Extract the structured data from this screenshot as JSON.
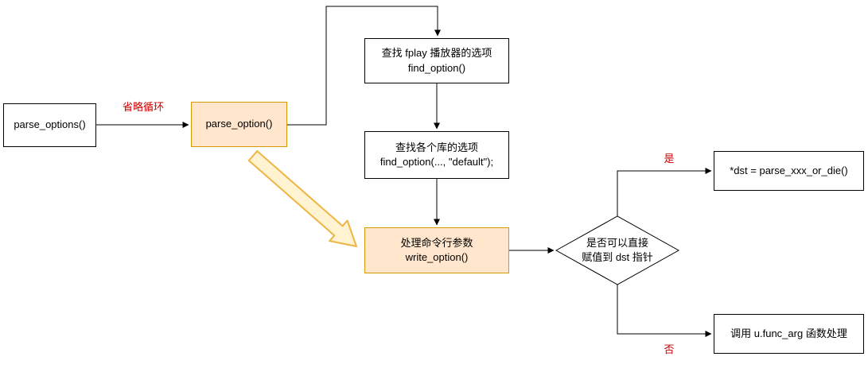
{
  "diagram": {
    "nodes": {
      "parse_options": {
        "label": "parse_options()"
      },
      "parse_option": {
        "label": "parse_option()"
      },
      "find_option_fplay": {
        "line1": "查找 fplay 播放器的选项",
        "line2": "find_option()"
      },
      "find_option_default": {
        "line1": "查找各个库的选项",
        "line2": "find_option(..., \"default\");"
      },
      "write_option": {
        "line1": "处理命令行参数",
        "line2": "write_option()"
      },
      "decision_dst_pointer": {
        "line1": "是否可以直接",
        "line2": "赋值到 dst 指针"
      },
      "parse_xxx_or_die": {
        "label": "*dst = parse_xxx_or_die()"
      },
      "func_arg": {
        "label": "调用 u.func_arg 函数处理"
      }
    },
    "edge_labels": {
      "skip_loop": "省略循环",
      "yes": "是",
      "no": "否"
    },
    "colors": {
      "node_fill": "#ffffff",
      "node_border": "#000000",
      "highlight_fill": "#ffe6cc",
      "highlight_border": "#d79b00",
      "emphasis_arrow_fill": "#fff3d1",
      "emphasis_arrow_border": "#eeb544",
      "edge_label_red": "#cc0000"
    }
  }
}
